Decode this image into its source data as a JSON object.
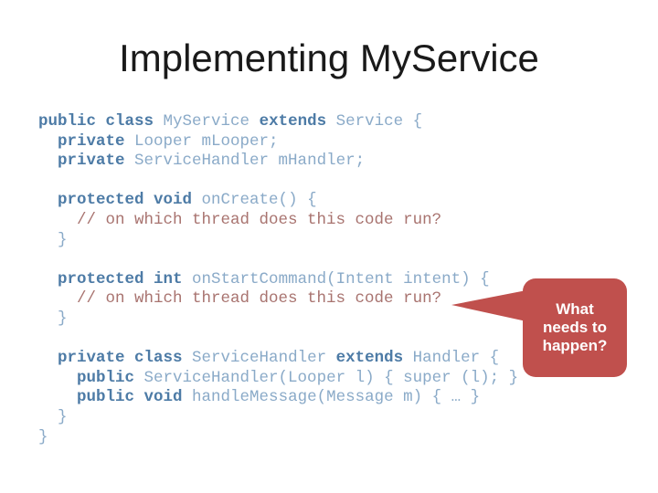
{
  "slide": {
    "title": "Implementing MyService"
  },
  "colors": {
    "background": "#ffffff",
    "title": "#1a1a1a",
    "keyword": "#4d7ba6",
    "plain": "#8aaac8",
    "comment": "#a8736f",
    "callout_bg": "#c0504d",
    "callout_text": "#ffffff"
  },
  "code": {
    "lines": [
      [
        {
          "t": "public class",
          "s": "kw"
        },
        {
          "t": " MyService ",
          "s": "pl"
        },
        {
          "t": "extends",
          "s": "kw"
        },
        {
          "t": " Service {",
          "s": "pl"
        }
      ],
      [
        {
          "t": "  ",
          "s": "pl"
        },
        {
          "t": "private",
          "s": "kw"
        },
        {
          "t": " Looper mLooper;",
          "s": "pl"
        }
      ],
      [
        {
          "t": "  ",
          "s": "pl"
        },
        {
          "t": "private",
          "s": "kw"
        },
        {
          "t": " ServiceHandler mHandler;",
          "s": "pl"
        }
      ],
      [],
      [
        {
          "t": "  ",
          "s": "pl"
        },
        {
          "t": "protected void",
          "s": "kw"
        },
        {
          "t": " onCreate() {",
          "s": "pl"
        }
      ],
      [
        {
          "t": "    // on which thread does this code run?",
          "s": "cm"
        }
      ],
      [
        {
          "t": "  }",
          "s": "pl"
        }
      ],
      [],
      [
        {
          "t": "  ",
          "s": "pl"
        },
        {
          "t": "protected int",
          "s": "kw"
        },
        {
          "t": " onStartCommand(Intent intent) {",
          "s": "pl"
        }
      ],
      [
        {
          "t": "    // on which thread does this code run?",
          "s": "cm"
        }
      ],
      [
        {
          "t": "  }",
          "s": "pl"
        }
      ],
      [],
      [
        {
          "t": "  ",
          "s": "pl"
        },
        {
          "t": "private class",
          "s": "kw"
        },
        {
          "t": " ServiceHandler ",
          "s": "pl"
        },
        {
          "t": "extends",
          "s": "kw"
        },
        {
          "t": " Handler {",
          "s": "pl"
        }
      ],
      [
        {
          "t": "    ",
          "s": "pl"
        },
        {
          "t": "public",
          "s": "kw"
        },
        {
          "t": " ServiceHandler(Looper l) { super (l); }",
          "s": "pl"
        }
      ],
      [
        {
          "t": "    ",
          "s": "pl"
        },
        {
          "t": "public void",
          "s": "kw"
        },
        {
          "t": " handleMessage(Message m) { … }",
          "s": "pl"
        }
      ],
      [
        {
          "t": "  }",
          "s": "pl"
        }
      ],
      [
        {
          "t": "}",
          "s": "pl"
        }
      ]
    ]
  },
  "callout": {
    "lines": [
      "What",
      "needs to",
      "happen?"
    ]
  }
}
